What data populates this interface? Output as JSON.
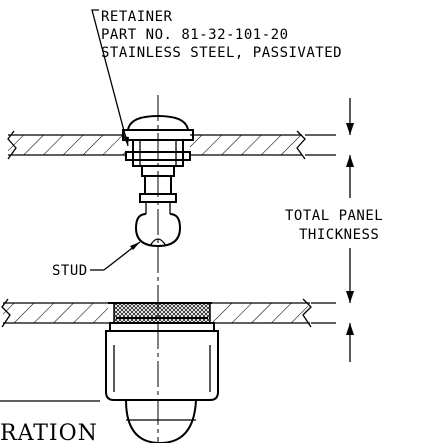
{
  "callout": {
    "line1": "RETAINER",
    "line2": "PART NO. 81-32-101-20",
    "line3": "STAINLESS STEEL, PASSIVATED"
  },
  "dimension": {
    "line1": "TOTAL PANEL",
    "line2": "THICKNESS"
  },
  "stud_label": "STUD",
  "bottom_caption": "RATION",
  "colors": {
    "ink": "#000000",
    "paper": "#ffffff"
  }
}
